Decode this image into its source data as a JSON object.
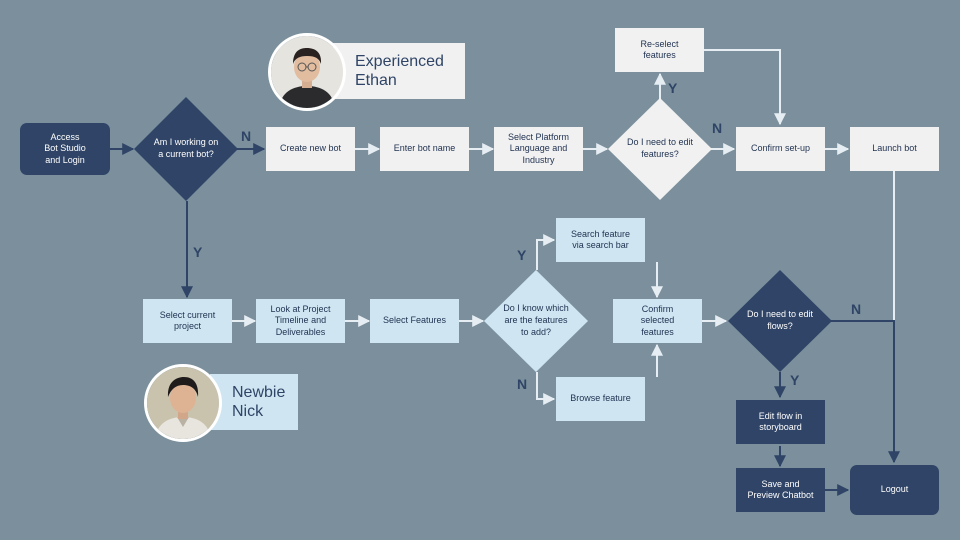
{
  "nodes": {
    "access": "Access\nBot Studio\nand Login",
    "q_current_bot": "Am I working on\na current bot?",
    "create_bot": "Create new bot",
    "enter_name": "Enter bot name",
    "select_platform": "Select Platform\nLanguage and\nIndustry",
    "q_edit_features": "Do I need to edit\nfeatures?",
    "reselect": "Re-select\nfeatures",
    "confirm_setup": "Confirm set-up",
    "launch": "Launch bot",
    "select_project": "Select current\nproject",
    "look_timeline": "Look at Project\nTimeline and\nDeliverables",
    "select_features": "Select Features",
    "q_know_features": "Do I know which\nare the features\nto add?",
    "search_feature": "Search feature\nvia search bar",
    "browse_feature": "Browse feature",
    "confirm_selected": "Confirm\nselected\nfeatures",
    "q_edit_flows": "Do I need to edit\nflows?",
    "edit_flow": "Edit flow in\nstoryboard",
    "save_preview": "Save and\nPreview Chatbot",
    "logout": "Logout"
  },
  "labels": {
    "n1": "N",
    "y1": "Y",
    "y2": "Y",
    "n2": "N",
    "y3": "Y",
    "n3": "N",
    "n4": "N",
    "y4": "Y"
  },
  "personas": {
    "experienced": "Experienced\nEthan",
    "newbie": "Newbie\nNick"
  },
  "colors": {
    "background": "#7b909c",
    "light_box": "#f1f1f1",
    "blue_box": "#cfe6f2",
    "dark_box": "#2f4466",
    "connector": "#f1f1f1",
    "connector_dark": "#2f4466"
  }
}
